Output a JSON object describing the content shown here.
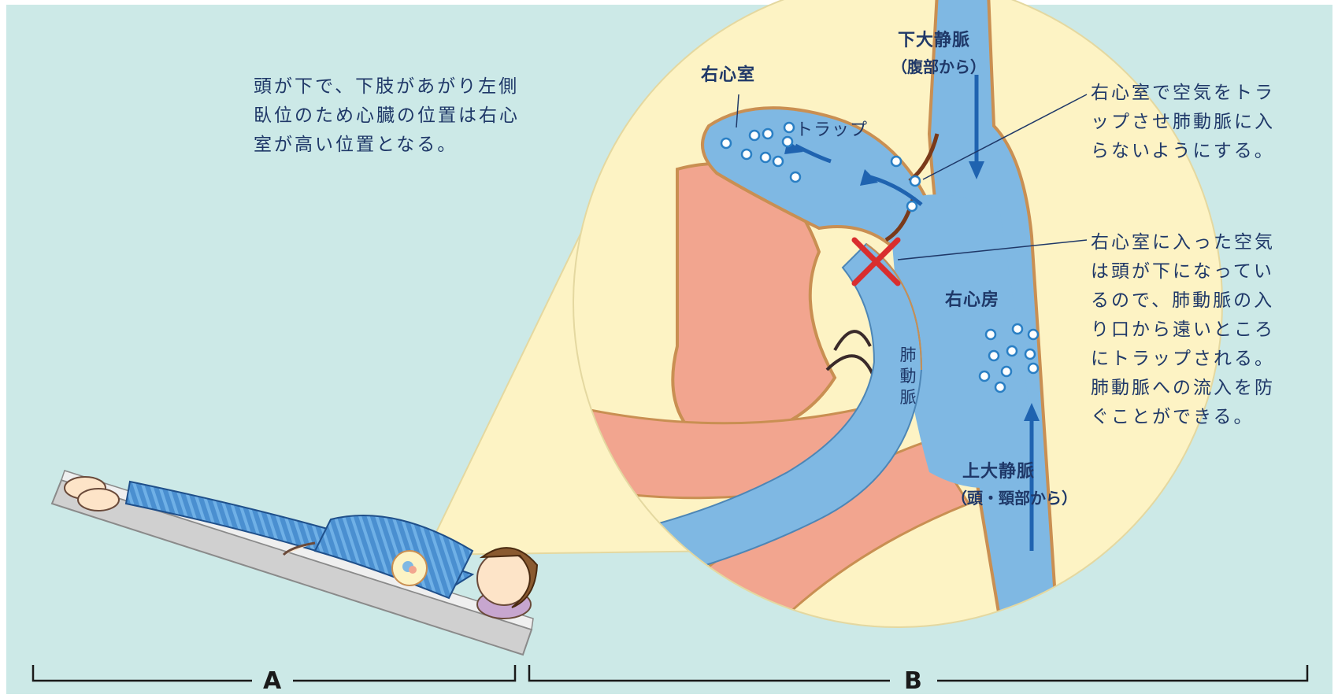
{
  "note_left": "頭が下で、下肢があがり左側\n臥位のため心臓の位置は右心\n室が高い位置となる。",
  "note_right_top": "右心室で空気をトラ\nップさせ肺動脈に入\nらないようにする。",
  "note_right_bottom": "右心室に入った空気\nは頭が下になってい\nるので、肺動脈の入\nり口から遠いところ\nにトラップされる。\n肺動脈への流入を防\nぐことができる。",
  "labels": {
    "ivc": "下大静脈",
    "ivc_sub": "（腹部から）",
    "rv": "右心室",
    "trap": "トラップ",
    "ra": "右心房",
    "pa": "肺\n動\n脈",
    "svc": "上大静脈",
    "svc_sub": "（頭・頸部から）"
  },
  "sections": {
    "a": "A",
    "b": "B"
  },
  "colors": {
    "background": "#cce9e7",
    "callout": "#fdf3c4",
    "vessel_blue": "#7fb8e3",
    "heart_pink": "#f2a58f",
    "outline": "#c98f52",
    "text": "#1f3868",
    "blocked_mark": "#d92e2e"
  }
}
